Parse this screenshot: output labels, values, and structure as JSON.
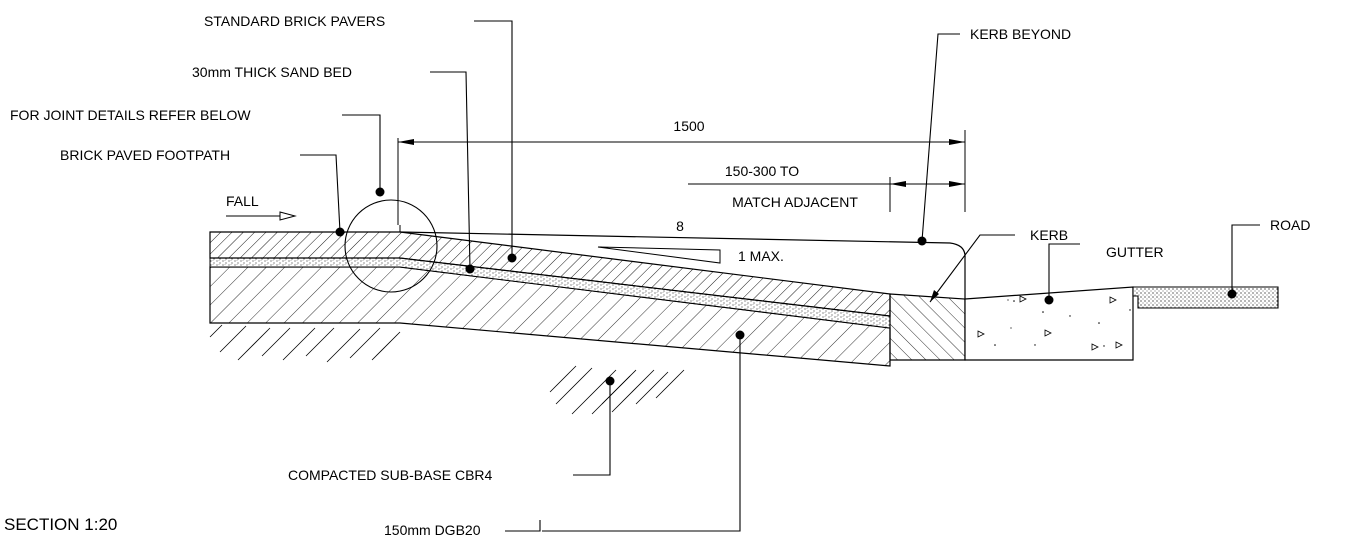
{
  "labels": {
    "standard_brick_pavers": "STANDARD BRICK PAVERS",
    "sand_bed": "30mm THICK SAND BED",
    "joint_details": "FOR JOINT DETAILS REFER BELOW",
    "brick_paved_footpath": "BRICK PAVED FOOTPATH",
    "fall": "FALL",
    "kerb_beyond": "KERB BEYOND",
    "kerb": "KERB",
    "gutter": "GUTTER",
    "road": "ROAD",
    "compacted_sub_base": "COMPACTED SUB-BASE CBR4",
    "dgb20": "150mm DGB20",
    "section_title": "SECTION 1:20"
  },
  "dimensions": {
    "overall_width": "1500",
    "kerb_offset_line1": "150-300 TO",
    "kerb_offset_line2": "MATCH ADJACENT",
    "slope_run": "8",
    "slope_rise": "1 MAX."
  }
}
